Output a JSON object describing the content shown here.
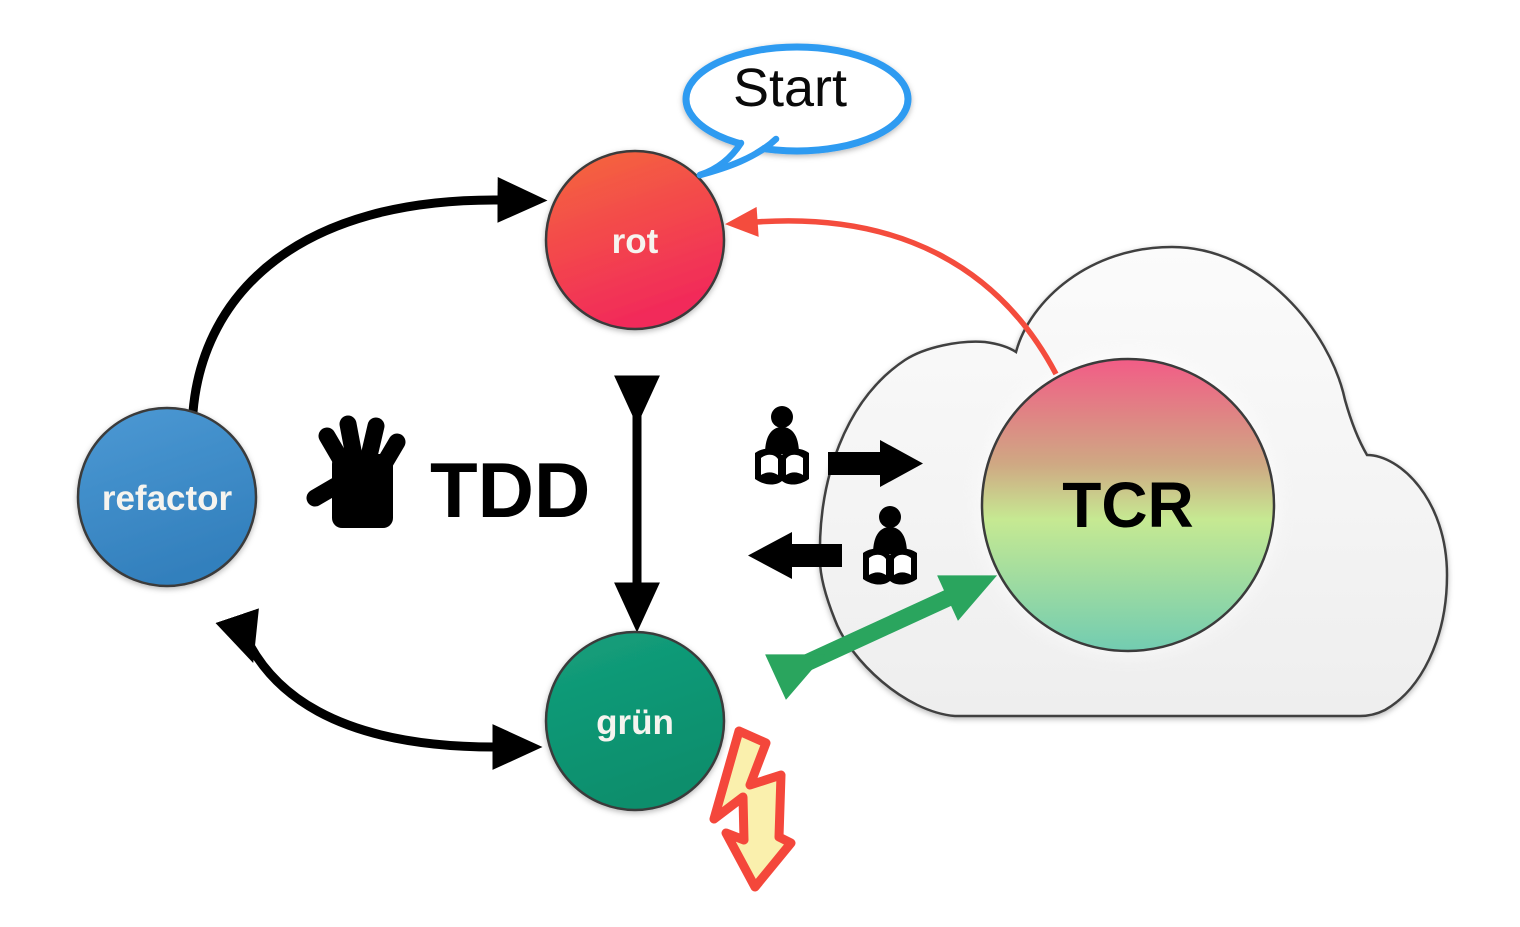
{
  "diagram": {
    "title_hint": "TDD vs TCR cycle diagram",
    "start_bubble": {
      "label": "Start"
    },
    "nodes": {
      "rot": {
        "label": "rot"
      },
      "refactor": {
        "label": "refactor"
      },
      "gruen": {
        "label": "grün"
      },
      "tcr": {
        "label": "TCR"
      }
    },
    "center_label": {
      "text": "TDD"
    },
    "icons": [
      "hand-icon",
      "person-reading-icon-top",
      "person-reading-icon-bottom",
      "lightning-arrow-icon",
      "cloud-shape",
      "speech-bubble"
    ],
    "colors": {
      "background": "#ffffff",
      "black": "#000000",
      "bubble_stroke": "#2f9bf1",
      "rot_gradient": [
        "#f4693c",
        "#f22a5a"
      ],
      "refactor_gradient": [
        "#4c99d4",
        "#3380bd"
      ],
      "gruen_gradient": [
        "#149f7c",
        "#0a8e6c"
      ],
      "tcr_gradient": [
        "#f25c86",
        "#cfa883",
        "#c6e992",
        "#72ccb1"
      ],
      "cloud_fill": "#f3f3f3",
      "cloud_stroke": "#404040",
      "node_stroke": "#3b3b3b",
      "green_arrow": "#2aa55e",
      "red_arrow": "#f44c3d",
      "lightning_stroke": "#f4473b",
      "lightning_fill": "#faf0ad"
    }
  }
}
